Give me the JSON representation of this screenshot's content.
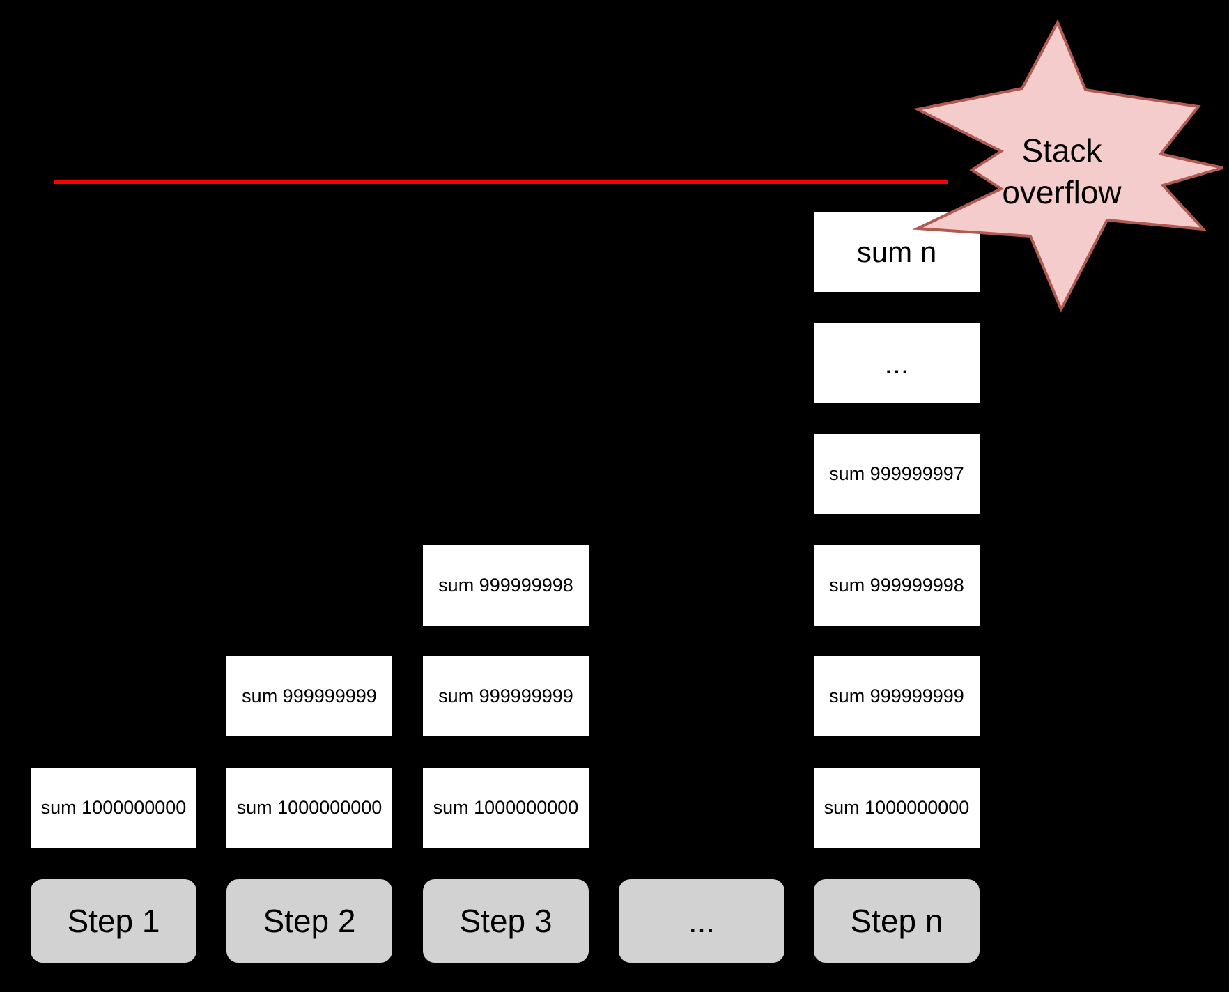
{
  "colors": {
    "background": "#000000",
    "frame_fill": "#ffffff",
    "frame_text": "#000000",
    "button_fill": "#d2d2d2",
    "limit_line": "#ff0000",
    "burst_fill": "#f4cccc",
    "burst_stroke": "#b05a52"
  },
  "burst": {
    "line1": "Stack",
    "line2": "overflow"
  },
  "columns": [
    {
      "button": "Step 1",
      "frames": [
        "sum 1000000000"
      ]
    },
    {
      "button": "Step 2",
      "frames": [
        "sum 999999999",
        "sum 1000000000"
      ]
    },
    {
      "button": "Step 3",
      "frames": [
        "sum 999999998",
        "sum 999999999",
        "sum 1000000000"
      ]
    },
    {
      "button": "...",
      "frames": []
    },
    {
      "button": "Step n",
      "frames": [
        "sum n",
        "...",
        "sum 999999997",
        "sum 999999998",
        "sum 999999999",
        "sum 1000000000"
      ]
    }
  ]
}
